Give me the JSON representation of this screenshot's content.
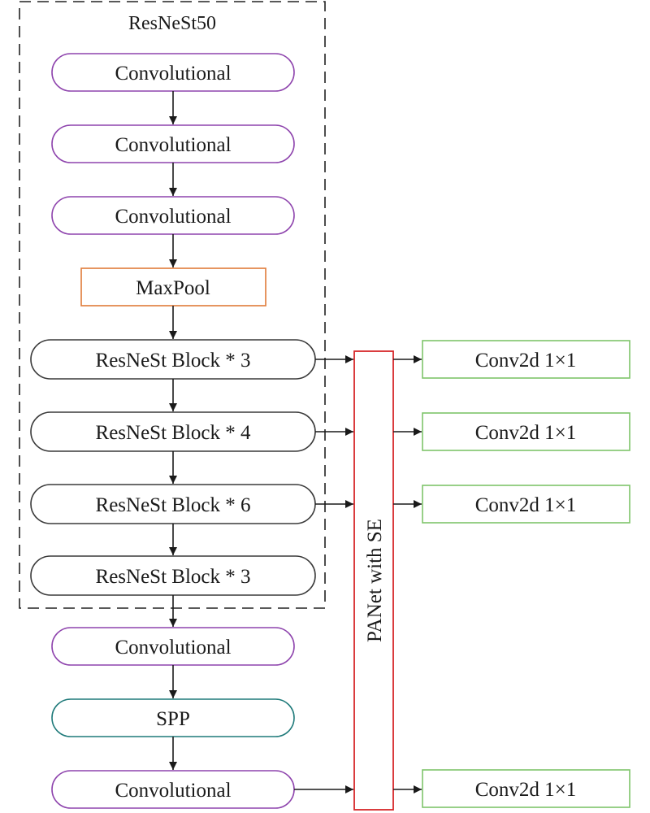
{
  "backbone": {
    "title": "ResNeSt50",
    "conv1": "Convolutional",
    "conv2": "Convolutional",
    "conv3": "Convolutional",
    "maxpool": "MaxPool",
    "block1": "ResNeSt Block * 3",
    "block2": "ResNeSt Block * 4",
    "block3": "ResNeSt Block * 6",
    "block4": "ResNeSt Block * 3"
  },
  "neck": {
    "conv_a": "Convolutional",
    "spp": "SPP",
    "conv_b": "Convolutional",
    "panet": "PANet with SE"
  },
  "heads": {
    "out1": "Conv2d 1×1",
    "out2": "Conv2d 1×1",
    "out3": "Conv2d 1×1",
    "out4": "Conv2d 1×1"
  },
  "colors": {
    "convolutional": "#8e44ad",
    "maxpool": "#e07b39",
    "resnest_block": "#3a3a3a",
    "spp": "#1f7a7a",
    "panet": "#d62728",
    "conv2d": "#7fc46a",
    "backbone_border": "#222222"
  }
}
